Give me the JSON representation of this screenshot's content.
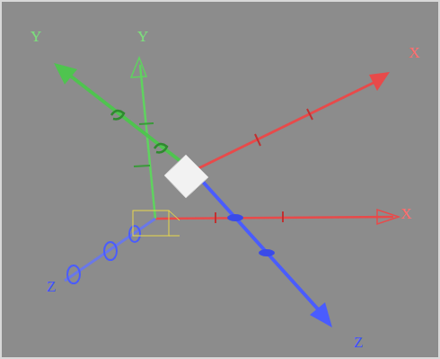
{
  "diagram": {
    "labels": [
      "Y",
      "Y",
      "X",
      "X",
      "Z",
      "Z"
    ]
  }
}
